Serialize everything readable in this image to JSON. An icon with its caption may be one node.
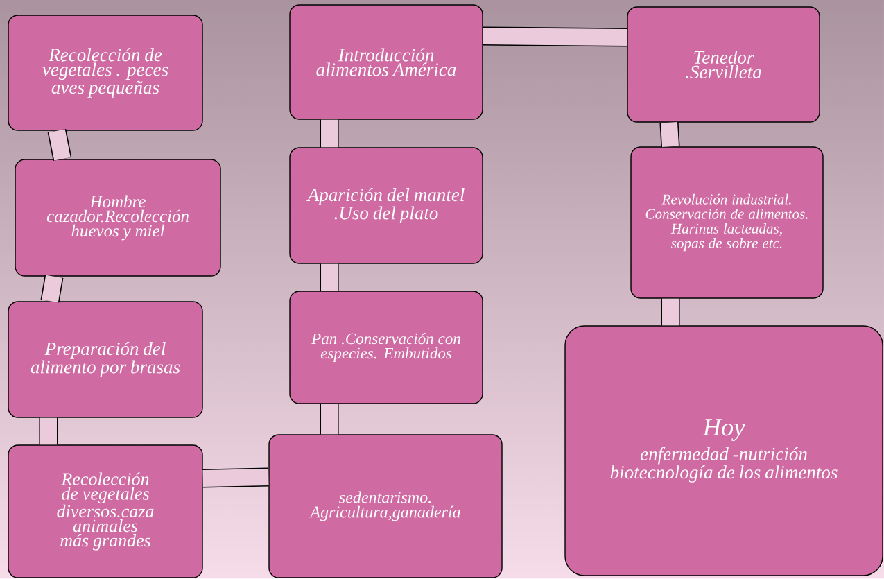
{
  "diagram": {
    "nodes": [
      {
        "text": [
          "Recolección de vegetales . peces aves pequeñas"
        ]
      },
      {
        "text": [
          "Hombre cazador.Recolección huevos y miel"
        ]
      },
      {
        "text": [
          "Preparación del alimento por brasas"
        ]
      },
      {
        "text": [
          "Recolección de vegetales diversos.caza animales más grandes"
        ]
      },
      {
        "text": [
          "sedentarismo. Agricultura,ganadería"
        ]
      },
      {
        "text": [
          "Pan .Conservación con especies. Embutidos"
        ]
      },
      {
        "text": [
          "Aparición del mantel .Uso del plato"
        ]
      },
      {
        "text": [
          "Introducción alimentos América"
        ]
      },
      {
        "text": [
          "Tenedor .Servilleta"
        ]
      },
      {
        "text": [
          "Revolución industrial. Conservación de alimentos. Harinas lacteadas, sopas de sobre etc."
        ]
      },
      {
        "text": [
          "Hoy",
          "enfermedad -nutrición biotecnología de los alimentos"
        ]
      }
    ],
    "edges": [
      {
        "from": 0,
        "to": 1,
        "arrow": "none"
      },
      {
        "from": 1,
        "to": 2,
        "arrow": "none"
      },
      {
        "from": 2,
        "to": 3,
        "arrow": "none"
      },
      {
        "from": 3,
        "to": 4,
        "arrow": "none"
      },
      {
        "from": 4,
        "to": 5,
        "arrow": "none"
      },
      {
        "from": 5,
        "to": 6,
        "arrow": "none"
      },
      {
        "from": 6,
        "to": 7,
        "arrow": "none"
      },
      {
        "from": 7,
        "to": 8,
        "arrow": "none"
      },
      {
        "from": 8,
        "to": 9,
        "arrow": "none"
      },
      {
        "from": 9,
        "to": 10,
        "arrow": "none"
      }
    ]
  }
}
